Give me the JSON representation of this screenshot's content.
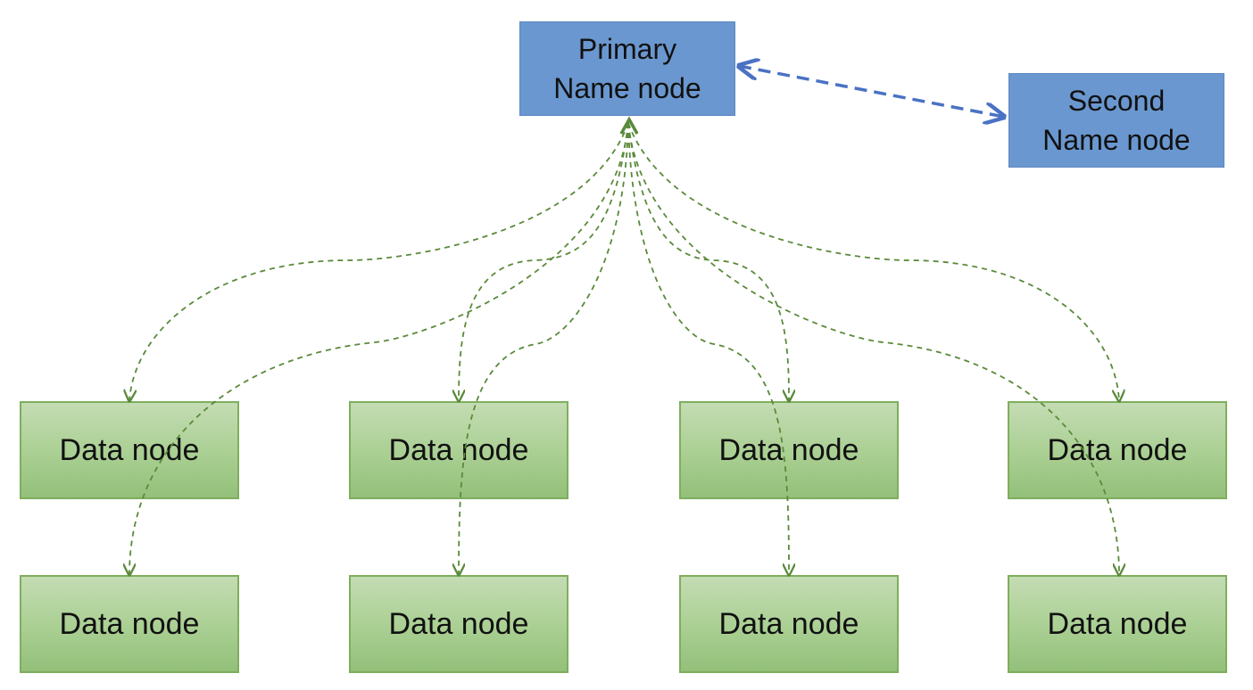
{
  "primary": {
    "line1": "Primary",
    "line2": "Name node"
  },
  "secondary": {
    "line1": "Second",
    "line2": "Name node"
  },
  "data_nodes": [
    "Data node",
    "Data node",
    "Data node",
    "Data node",
    "Data node",
    "Data node",
    "Data node",
    "Data node"
  ],
  "colors": {
    "name_node_fill": "#6a97cf",
    "name_link": "#4a72c4",
    "data_link": "#5a8a3a"
  }
}
